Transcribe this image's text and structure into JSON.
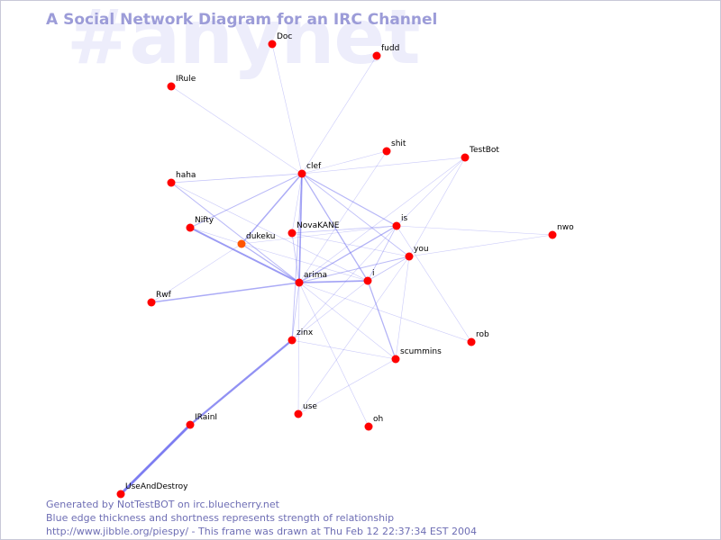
{
  "watermark": "#anynet",
  "title": "A Social Network Diagram for an IRC Channel",
  "footer": {
    "line1": "Generated by NotTestBOT on irc.bluecherry.net",
    "line2": "Blue edge thickness and shortness represents strength of relationship",
    "line3": "http://www.jibble.org/piespy/ - This frame was drawn at Thu Feb 12 22:37:34 EST 2004"
  },
  "colors": {
    "node": "#ff0000",
    "node_alt": "#ff5500",
    "edge": "#6666ee",
    "title": "#9c9cd8",
    "watermark": "#ededfb",
    "footer": "#6e6eb4"
  },
  "nodes": [
    {
      "id": "Doc",
      "label": "Doc"
    },
    {
      "id": "fudd",
      "label": "fudd"
    },
    {
      "id": "IRule",
      "label": "IRule"
    },
    {
      "id": "shit",
      "label": "shit"
    },
    {
      "id": "TestBot",
      "label": "TestBot"
    },
    {
      "id": "clef",
      "label": "clef"
    },
    {
      "id": "haha",
      "label": "haha"
    },
    {
      "id": "is",
      "label": "is"
    },
    {
      "id": "nwo",
      "label": "nwo"
    },
    {
      "id": "Nifty",
      "label": "Nifty"
    },
    {
      "id": "NovaKANE",
      "label": "NovaKANE"
    },
    {
      "id": "dukeku",
      "label": "dukeku",
      "alt": true
    },
    {
      "id": "you",
      "label": "you"
    },
    {
      "id": "arima",
      "label": "arima"
    },
    {
      "id": "i",
      "label": "i"
    },
    {
      "id": "Rwf",
      "label": "Rwf"
    },
    {
      "id": "zinx",
      "label": "zinx"
    },
    {
      "id": "rob",
      "label": "rob"
    },
    {
      "id": "scummins",
      "label": "scummins"
    },
    {
      "id": "use",
      "label": "use"
    },
    {
      "id": "oh",
      "label": "oh"
    },
    {
      "id": "IRainI",
      "label": "IRainI"
    },
    {
      "id": "UseAndDestroy",
      "label": "UseAndDestroy"
    }
  ],
  "edges": [
    {
      "from": "IRainI",
      "to": "UseAndDestroy",
      "weight": 3
    },
    {
      "from": "IRainI",
      "to": "zinx",
      "weight": 2.5
    },
    {
      "from": "Nifty",
      "to": "arima",
      "weight": 2.2
    },
    {
      "from": "Rwf",
      "to": "arima",
      "weight": 1.8
    },
    {
      "from": "clef",
      "to": "arima",
      "weight": 2
    },
    {
      "from": "clef",
      "to": "dukeku",
      "weight": 1.8
    },
    {
      "from": "clef",
      "to": "Nifty",
      "weight": 1.4
    },
    {
      "from": "clef",
      "to": "haha",
      "weight": 1.2
    },
    {
      "from": "clef",
      "to": "Doc",
      "weight": 1
    },
    {
      "from": "clef",
      "to": "fudd",
      "weight": 1
    },
    {
      "from": "clef",
      "to": "IRule",
      "weight": 1
    },
    {
      "from": "clef",
      "to": "shit",
      "weight": 1
    },
    {
      "from": "clef",
      "to": "TestBot",
      "weight": 1
    },
    {
      "from": "clef",
      "to": "is",
      "weight": 1.5
    },
    {
      "from": "clef",
      "to": "i",
      "weight": 1.6
    },
    {
      "from": "clef",
      "to": "you",
      "weight": 1.3
    },
    {
      "from": "clef",
      "to": "zinx",
      "weight": 1.3
    },
    {
      "from": "clef",
      "to": "NovaKANE",
      "weight": 1
    },
    {
      "from": "haha",
      "to": "arima",
      "weight": 1.4
    },
    {
      "from": "haha",
      "to": "i",
      "weight": 1
    },
    {
      "from": "dukeku",
      "to": "arima",
      "weight": 1.6
    },
    {
      "from": "dukeku",
      "to": "Rwf",
      "weight": 1
    },
    {
      "from": "dukeku",
      "to": "i",
      "weight": 1
    },
    {
      "from": "NovaKANE",
      "to": "arima",
      "weight": 1.2
    },
    {
      "from": "NovaKANE",
      "to": "is",
      "weight": 1.2
    },
    {
      "from": "NovaKANE",
      "to": "you",
      "weight": 1
    },
    {
      "from": "arima",
      "to": "i",
      "weight": 2
    },
    {
      "from": "arima",
      "to": "is",
      "weight": 1.6
    },
    {
      "from": "arima",
      "to": "you",
      "weight": 1.4
    },
    {
      "from": "arima",
      "to": "zinx",
      "weight": 1.2
    },
    {
      "from": "arima",
      "to": "rob",
      "weight": 1
    },
    {
      "from": "arima",
      "to": "scummins",
      "weight": 1
    },
    {
      "from": "arima",
      "to": "oh",
      "weight": 1
    },
    {
      "from": "arima",
      "to": "use",
      "weight": 1
    },
    {
      "from": "arima",
      "to": "shit",
      "weight": 1
    },
    {
      "from": "i",
      "to": "scummins",
      "weight": 1.6
    },
    {
      "from": "i",
      "to": "is",
      "weight": 1.2
    },
    {
      "from": "i",
      "to": "you",
      "weight": 1.2
    },
    {
      "from": "i",
      "to": "zinx",
      "weight": 1
    },
    {
      "from": "is",
      "to": "nwo",
      "weight": 1
    },
    {
      "from": "is",
      "to": "zinx",
      "weight": 1
    },
    {
      "from": "is",
      "to": "TestBot",
      "weight": 1
    },
    {
      "from": "is",
      "to": "rob",
      "weight": 1
    },
    {
      "from": "you",
      "to": "nwo",
      "weight": 1
    },
    {
      "from": "you",
      "to": "scummins",
      "weight": 1
    },
    {
      "from": "you",
      "to": "use",
      "weight": 1
    },
    {
      "from": "TestBot",
      "to": "you",
      "weight": 1
    },
    {
      "from": "TestBot",
      "to": "arima",
      "weight": 1
    },
    {
      "from": "zinx",
      "to": "scummins",
      "weight": 1
    },
    {
      "from": "scummins",
      "to": "use",
      "weight": 1
    },
    {
      "from": "Nifty",
      "to": "dukeku",
      "weight": 1
    },
    {
      "from": "dukeku",
      "to": "is",
      "weight": 1
    }
  ]
}
